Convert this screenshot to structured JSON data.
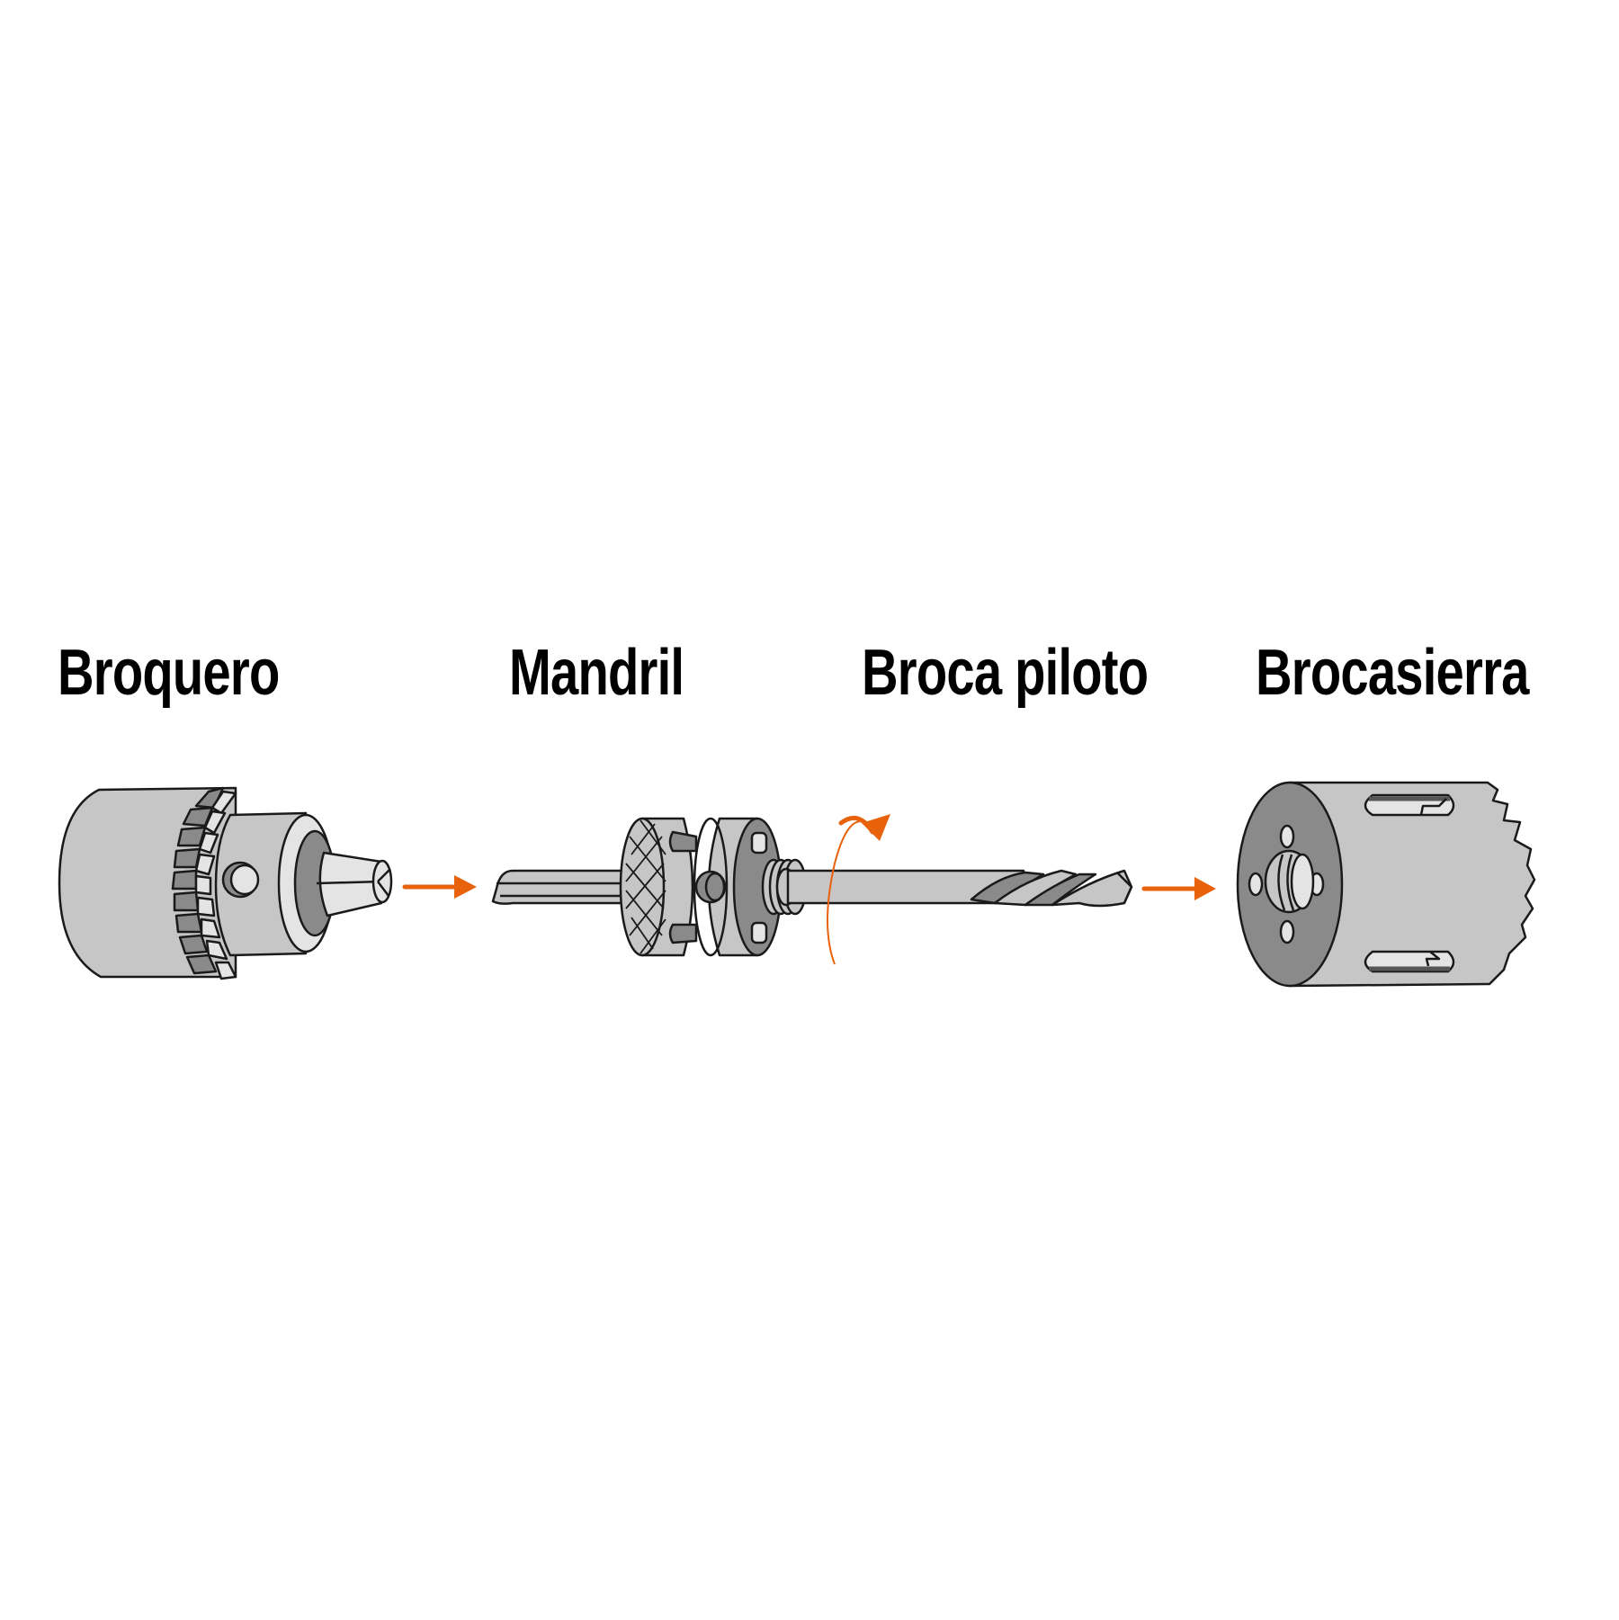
{
  "diagram": {
    "title": "",
    "components": [
      {
        "id": "broquero",
        "label": "Broquero"
      },
      {
        "id": "mandril",
        "label": "Mandril"
      },
      {
        "id": "broca_piloto",
        "label": "Broca piloto"
      },
      {
        "id": "brocasierra",
        "label": "Brocasierra"
      }
    ],
    "connections": [
      {
        "from": "broquero",
        "to": "mandril",
        "type": "arrow"
      },
      {
        "from": "broca_piloto",
        "to": "brocasierra",
        "type": "arrow"
      }
    ],
    "annotations": [
      {
        "type": "rotation-arrow",
        "on": "broca_piloto",
        "meaning": "rotate / screw in"
      }
    ]
  },
  "colors": {
    "accent": "#e8620c",
    "outline": "#1a1a1a",
    "metal_light": "#c6c6c6",
    "metal_highlight": "#e4e4e4",
    "metal_dark": "#8a8a8a",
    "background": "#ffffff"
  }
}
